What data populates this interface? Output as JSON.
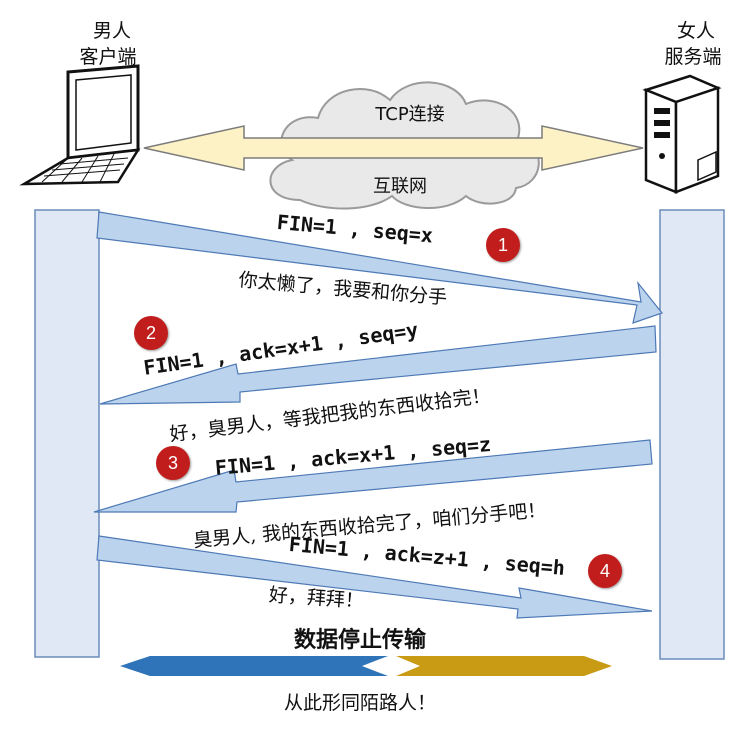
{
  "client": {
    "line1": "男人",
    "line2": "客户端"
  },
  "server": {
    "line1": "女人",
    "line2": "服务端"
  },
  "connection": {
    "top_label": "TCP连接",
    "bottom_label": "互联网"
  },
  "steps": [
    {
      "number": "1",
      "packet": "FIN=1 , seq=x",
      "message": "你太懒了，我要和你分手"
    },
    {
      "number": "2",
      "packet": "FIN=1 , ack=x+1 , seq=y",
      "message": "好，臭男人，等我把我的东西收拾完！"
    },
    {
      "number": "3",
      "packet": "FIN=1 , ack=x+1 , seq=z",
      "message": "臭男人, 我的东西收拾完了，咱们分手吧！"
    },
    {
      "number": "4",
      "packet": "FIN=1 , ack=z+1 , seq=h",
      "message": "好，拜拜！"
    }
  ],
  "footer": {
    "title": "数据停止传输",
    "caption": "从此形同陌路人！"
  },
  "colors": {
    "arrow_fill": "#bcd3ee",
    "arrow_stroke": "#4d79b5",
    "lifeline_fill": "#dfe8f4",
    "lifeline_stroke": "#6b8cba",
    "badge": "#c21d1d",
    "connection_arrow": "#fdf1c6",
    "footer_left": "#2f74b8",
    "footer_right": "#c99a14"
  }
}
